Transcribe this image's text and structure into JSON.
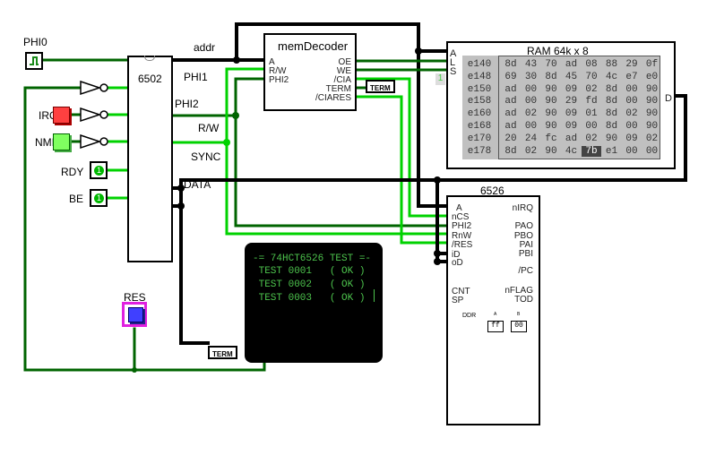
{
  "clock": {
    "label": "PHI0"
  },
  "cpu": {
    "title": "6502",
    "pins_right": [
      "addr",
      "PHI1",
      "PHI2",
      "R/W",
      "SYNC",
      "DATA"
    ],
    "inputs": [
      {
        "label": "IRQ",
        "color": "#ff4040"
      },
      {
        "label": "NMI",
        "color": "#80ff60"
      },
      {
        "label": "RDY",
        "value": "1"
      },
      {
        "label": "BE",
        "value": "1"
      }
    ]
  },
  "reset_button": {
    "label": "RES",
    "color": "#4040ff",
    "border": "#e020e0"
  },
  "mem_decoder": {
    "title": "memDecoder",
    "inputs": [
      "A",
      "R/W",
      "PHI2"
    ],
    "outputs": [
      "OE",
      "WE",
      "/CIA",
      "TERM",
      "/CIARES"
    ],
    "tag": "TERM"
  },
  "ram": {
    "title": "RAM 64k x 8",
    "pins_left": [
      "A",
      "L",
      "S"
    ],
    "pin_right": "D",
    "sel_value": "1",
    "rows": [
      {
        "addr": "e140",
        "bytes": [
          "8d",
          "43",
          "70",
          "ad",
          "08",
          "88",
          "29",
          "0f"
        ]
      },
      {
        "addr": "e148",
        "bytes": [
          "69",
          "30",
          "8d",
          "45",
          "70",
          "4c",
          "e7",
          "e0"
        ]
      },
      {
        "addr": "e150",
        "bytes": [
          "ad",
          "00",
          "90",
          "09",
          "02",
          "8d",
          "00",
          "90"
        ]
      },
      {
        "addr": "e158",
        "bytes": [
          "ad",
          "00",
          "90",
          "29",
          "fd",
          "8d",
          "00",
          "90"
        ]
      },
      {
        "addr": "e160",
        "bytes": [
          "ad",
          "02",
          "90",
          "09",
          "01",
          "8d",
          "02",
          "90"
        ]
      },
      {
        "addr": "e168",
        "bytes": [
          "ad",
          "00",
          "90",
          "09",
          "00",
          "8d",
          "00",
          "90"
        ]
      },
      {
        "addr": "e170",
        "bytes": [
          "20",
          "24",
          "fc",
          "ad",
          "02",
          "90",
          "09",
          "02"
        ]
      },
      {
        "addr": "e178",
        "bytes": [
          "8d",
          "02",
          "90",
          "4c",
          "7b",
          "e1",
          "00",
          "00"
        ]
      }
    ],
    "highlight": "7b"
  },
  "cia": {
    "title": "6526",
    "pins_left": [
      "A",
      "nCS",
      "PHI2",
      "RnW",
      "/RES",
      "iD",
      "oD",
      "CNT",
      "SP"
    ],
    "pins_right": [
      "nIRQ",
      "PAO",
      "PBO",
      "PAI",
      "PBI",
      "/PC",
      "nFLAG",
      "TOD"
    ],
    "ddr_label": "DDR",
    "ddr_a_label": "A",
    "ddr_b_label": "B",
    "ddr_a": "ff",
    "ddr_b": "00"
  },
  "terminal": {
    "tag": "TERM",
    "lines": [
      "-= 74HCT6526 TEST =-",
      " TEST 0001   ( OK )",
      " TEST 0002   ( OK )",
      " TEST 0003   ( OK )"
    ],
    "text_color": "#4dc44d"
  },
  "colors": {
    "wire_dark": "#006400",
    "wire_bright": "#00d200",
    "bus": "#000000"
  }
}
